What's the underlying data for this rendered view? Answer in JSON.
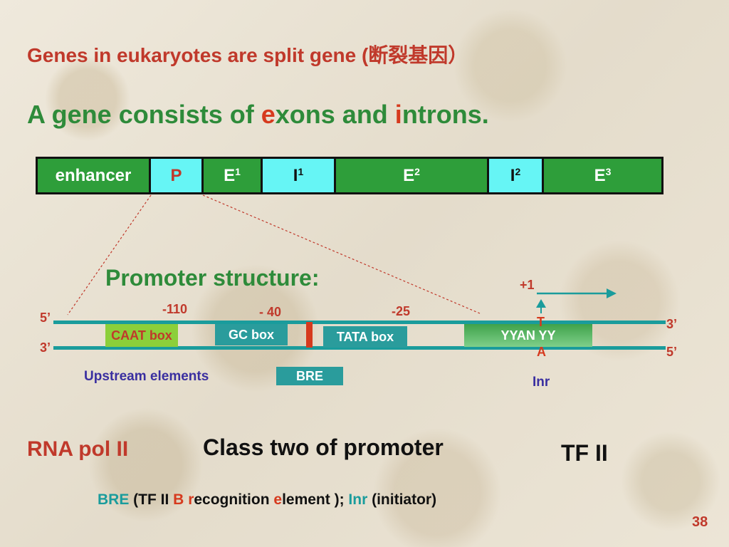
{
  "title": {
    "line1": "Genes in eukaryotes are split gene (断裂基因）",
    "line2_pre": "A gene consists of ",
    "line2_e": "e",
    "line2_mid": "xons and ",
    "line2_i": "i",
    "line2_post": "ntrons."
  },
  "gene": {
    "enhancer": "enhancer",
    "p": "P",
    "e1": "E",
    "e1_sub": "1",
    "i1": "I",
    "i1_sub": "1",
    "e2": "E",
    "e2_sub": "2",
    "i2": "I",
    "i2_sub": "2",
    "e3": "E",
    "e3_sub": "3"
  },
  "promoter": {
    "heading": "Promoter structure:",
    "pos_plus1": "+1",
    "pos_110": "-110",
    "pos_40": "- 40",
    "pos_25": "-25",
    "top_5": "5’",
    "top_3": "3’",
    "bot_3": "3’",
    "bot_5": "5’",
    "caat": "CAAT box",
    "gc": "GC box",
    "tata": "TATA box",
    "yyan": "YYAN  YY",
    "t": "T",
    "a": "A",
    "upstream": "Upstream elements",
    "bre": "BRE",
    "inr": "Inr"
  },
  "bottom": {
    "rna_pol": "RNA pol II",
    "class_two": "Class two of promoter",
    "tf": "TF II",
    "fn_bre": "BRE",
    "fn_open": " (TF II ",
    "fn_b": "B",
    "fn_space": " ",
    "fn_r": "r",
    "fn_recog": "ecognition ",
    "fn_e": "e",
    "fn_lement": "lement ); ",
    "fn_inr": "Inr",
    "fn_initiator": " (initiator)",
    "page_number": "38"
  },
  "colors": {
    "title_red": "#c0392b",
    "title_green": "#2e8b3a",
    "strand": "#1a9c9c",
    "exon_green": "#2e9e3a",
    "intron_cyan": "#66f5f5",
    "label_blue": "#3a2fa0"
  }
}
